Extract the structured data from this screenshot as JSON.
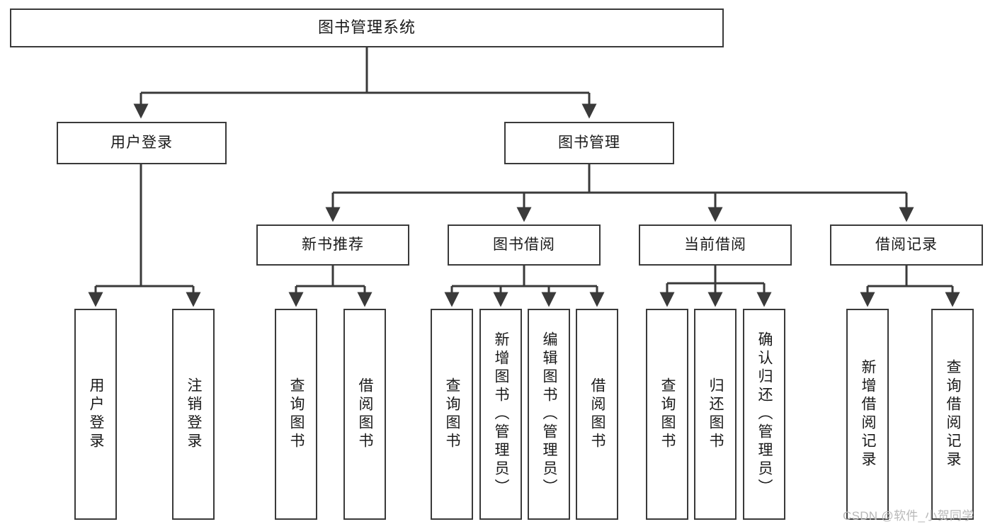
{
  "diagram": {
    "type": "hierarchy-tree",
    "title": "图书管理系统",
    "root": {
      "label": "图书管理系统"
    },
    "level2": [
      {
        "id": "user-login",
        "label": "用户登录"
      },
      {
        "id": "book-management",
        "label": "图书管理"
      }
    ],
    "level3": [
      {
        "id": "new-book-recommend",
        "label": "新书推荐",
        "parent": "book-management"
      },
      {
        "id": "book-borrow",
        "label": "图书借阅",
        "parent": "book-management"
      },
      {
        "id": "current-borrow",
        "label": "当前借阅",
        "parent": "book-management"
      },
      {
        "id": "borrow-record",
        "label": "借阅记录",
        "parent": "book-management"
      }
    ],
    "leaves": [
      {
        "id": "leaf-user-login",
        "label": "用户登录",
        "parent": "user-login"
      },
      {
        "id": "leaf-logout",
        "label": "注销登录",
        "parent": "user-login"
      },
      {
        "id": "leaf-query-book-1",
        "label": "查询图书",
        "parent": "new-book-recommend"
      },
      {
        "id": "leaf-borrow-book-1",
        "label": "借阅图书",
        "parent": "new-book-recommend"
      },
      {
        "id": "leaf-query-book-2",
        "label": "查询图书",
        "parent": "book-borrow"
      },
      {
        "id": "leaf-add-book",
        "label": "新增图书（管理员）",
        "parent": "book-borrow"
      },
      {
        "id": "leaf-edit-book",
        "label": "编辑图书（管理员）",
        "parent": "book-borrow"
      },
      {
        "id": "leaf-borrow-book-2",
        "label": "借阅图书",
        "parent": "book-borrow"
      },
      {
        "id": "leaf-query-book-3",
        "label": "查询图书",
        "parent": "current-borrow"
      },
      {
        "id": "leaf-return-book",
        "label": "归还图书",
        "parent": "current-borrow"
      },
      {
        "id": "leaf-confirm-return",
        "label": "确认归还（管理员）",
        "parent": "current-borrow"
      },
      {
        "id": "leaf-add-record",
        "label": "新增借阅记录",
        "parent": "borrow-record"
      },
      {
        "id": "leaf-query-record",
        "label": "查询借阅记录",
        "parent": "borrow-record"
      }
    ],
    "colors": {
      "border": "#3a3a3a",
      "background": "#ffffff",
      "text": "#1a1a1a",
      "connector": "#3a3a3a",
      "watermark": "#b8b8b8"
    }
  },
  "watermark": {
    "text": "CSDN @软件_小贺同学"
  }
}
